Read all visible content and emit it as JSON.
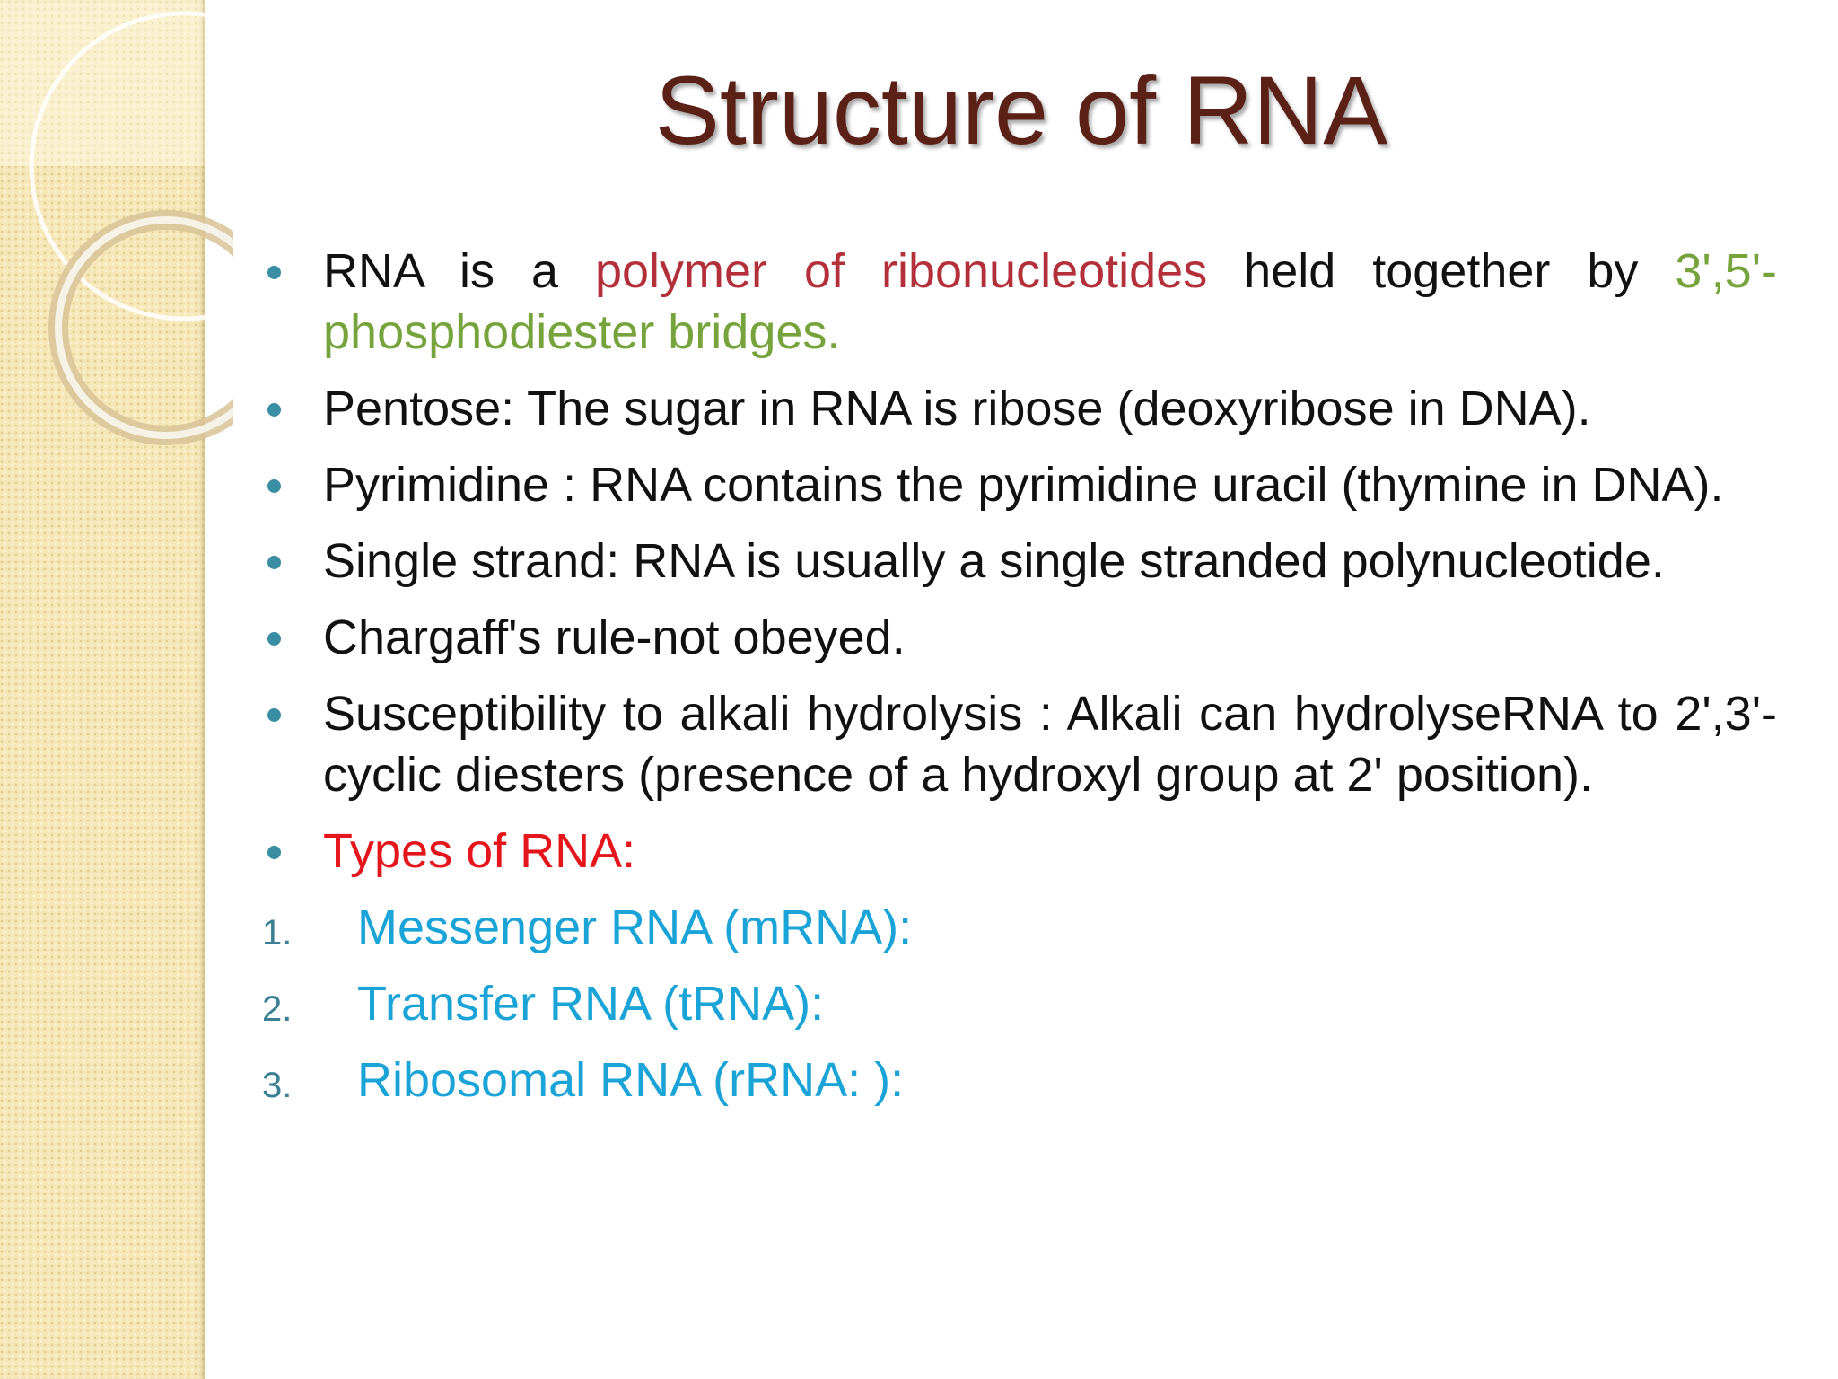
{
  "slide": {
    "title": "Structure of RNA",
    "bullets": [
      {
        "t1": "RNA is a ",
        "t2": "polymer of ribonucleotides",
        "t3": " held together by ",
        "t4": "3',5'-phosphodiester bridges."
      },
      {
        "text": "Pentose: The sugar in RNA is ribose (deoxyribose in DNA)."
      },
      {
        "text": "Pyrimidine : RNA contains the pyrimidine uracil (thymine in DNA)."
      },
      {
        "text": "Single strand: RNA is usually a single stranded polynucleotide."
      },
      {
        "text": "Chargaff's rule-not obeyed."
      },
      {
        "text": "Susceptibility to alkali hydrolysis : Alkali can hydrolyseRNA to 2',3'-cyclic diesters (presence of a hydroxyl group at 2' position)."
      },
      {
        "text": "Types of RNA:"
      }
    ],
    "numbered": [
      {
        "num": "1.",
        "text": "Messenger RNA (mRNA):"
      },
      {
        "num": "2.",
        "text": "Transfer RNA (tRNA):"
      },
      {
        "num": "3.",
        "text": "Ribosomal RNA (rRNA: ):"
      }
    ]
  },
  "colors": {
    "title": "#5c2116",
    "body_text": "#111111",
    "highlight_red_brown": "#b3303a",
    "highlight_green": "#77a33c",
    "highlight_red": "#e4161c",
    "highlight_cyan": "#1aa3d6",
    "bullet": "#3a8ea3",
    "side_band": "#f5e7b8"
  }
}
